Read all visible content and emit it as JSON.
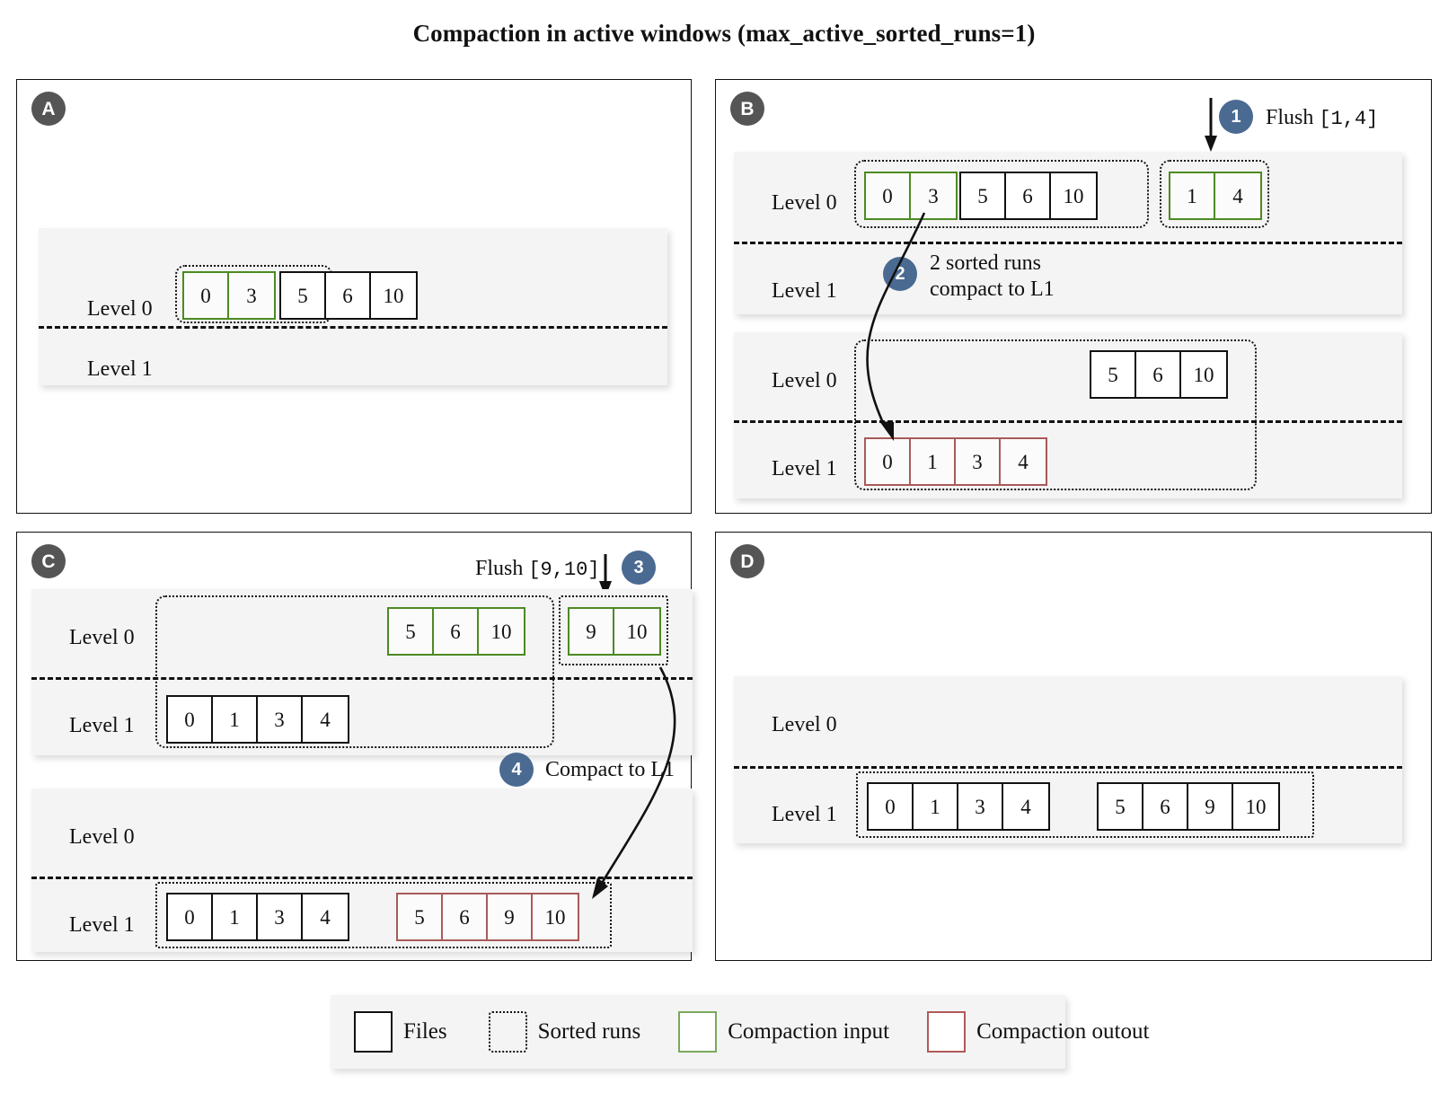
{
  "title": "Compaction in active windows (max_active_sorted_runs=1)",
  "levels": {
    "l0": "Level 0",
    "l1": "Level 1"
  },
  "panels": {
    "a": {
      "letter": "A",
      "blocks": [
        {
          "level0_runs": [
            {
              "groups": [
                {
                  "style": "green",
                  "files": [
                    "0",
                    "3"
                  ]
                },
                {
                  "style": "black",
                  "files": [
                    "5",
                    "6",
                    "10"
                  ]
                }
              ]
            }
          ],
          "level1_runs": []
        }
      ]
    },
    "b": {
      "letter": "B",
      "steps": [
        {
          "num": "1",
          "label_plain": "Flush ",
          "label_mono": "[1,4]"
        },
        {
          "num": "2",
          "line1": "2 sorted runs",
          "line2": "compact to L1"
        }
      ],
      "block1": {
        "level0_run_a": [
          {
            "style": "green",
            "files": [
              "0",
              "3"
            ]
          },
          {
            "style": "black",
            "files": [
              "5",
              "6",
              "10"
            ]
          }
        ],
        "level0_run_b": [
          {
            "style": "green",
            "files": [
              "1",
              "4"
            ]
          }
        ]
      },
      "block2": {
        "level0": [
          {
            "style": "black",
            "files": [
              "5",
              "6",
              "10"
            ]
          }
        ],
        "level1": [
          {
            "style": "red",
            "files": [
              "0",
              "1",
              "3",
              "4"
            ]
          }
        ]
      }
    },
    "c": {
      "letter": "C",
      "steps": [
        {
          "num": "3",
          "label_plain": "Flush ",
          "label_mono": "[9,10]"
        },
        {
          "num": "4",
          "label": "Compact to L1"
        }
      ],
      "block1": {
        "level0_window": [
          {
            "style": "green",
            "files": [
              "5",
              "6",
              "10"
            ]
          }
        ],
        "level0_flushed": [
          {
            "style": "green",
            "files": [
              "9",
              "10"
            ]
          }
        ],
        "level1_window": [
          {
            "style": "black",
            "files": [
              "0",
              "1",
              "3",
              "4"
            ]
          }
        ]
      },
      "block2": {
        "level0": [],
        "level1": [
          {
            "style": "black",
            "files": [
              "0",
              "1",
              "3",
              "4"
            ]
          },
          {
            "style": "red",
            "files": [
              "5",
              "6",
              "9",
              "10"
            ]
          }
        ]
      }
    },
    "d": {
      "letter": "D",
      "block": {
        "level0": [],
        "level1": [
          {
            "style": "black",
            "files": [
              "0",
              "1",
              "3",
              "4"
            ]
          },
          {
            "style": "black",
            "files": [
              "5",
              "6",
              "9",
              "10"
            ]
          }
        ]
      }
    }
  },
  "legend": [
    {
      "swatch": "files",
      "label": "Files"
    },
    {
      "swatch": "sorted-runs",
      "label": "Sorted runs"
    },
    {
      "swatch": "input",
      "label": "Compaction input"
    },
    {
      "swatch": "output",
      "label": "Compaction outout"
    }
  ],
  "colors": {
    "compaction_input": "#4c8a22",
    "compaction_output": "#a85a5a",
    "step_badge": "#4a6a92",
    "panel_badge": "#555555",
    "block_bg": "#f4f4f4"
  }
}
